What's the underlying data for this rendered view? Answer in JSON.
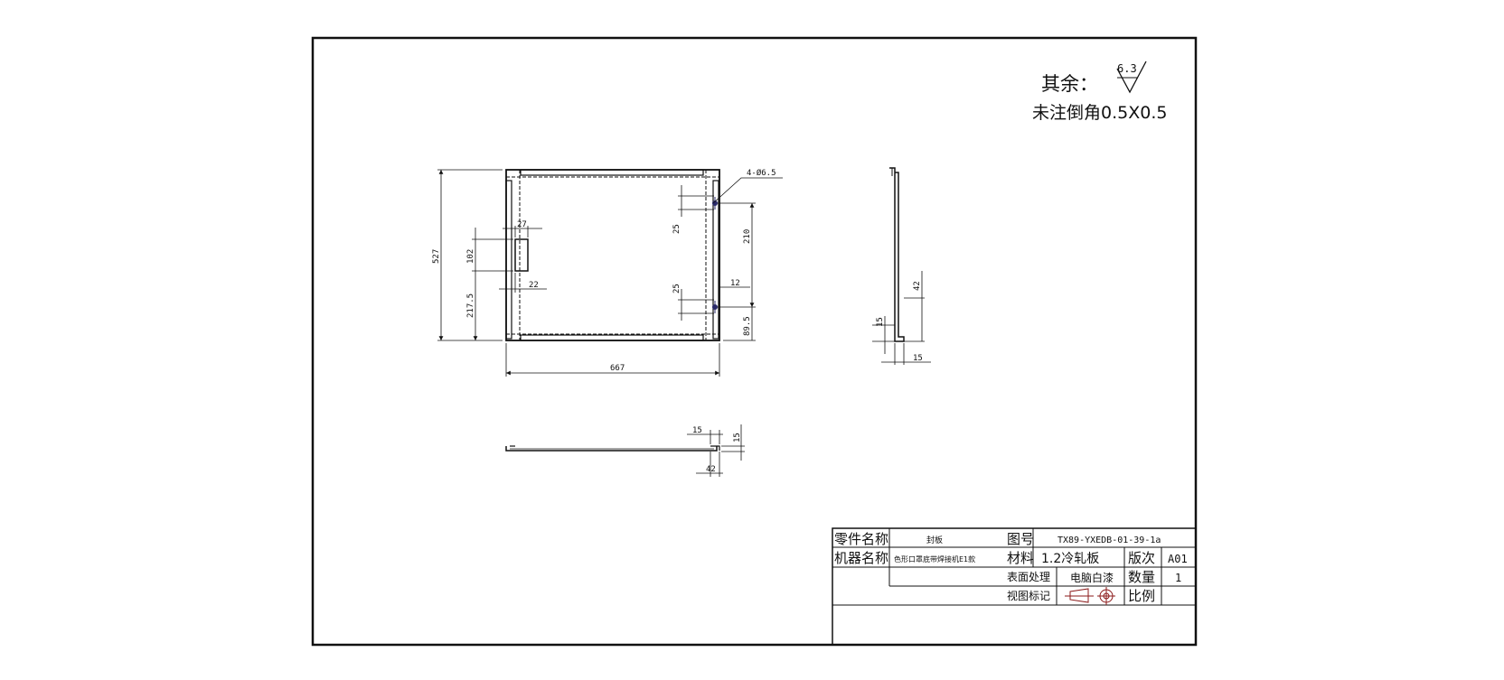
{
  "notes": {
    "remaining_label": "其余：",
    "roughness_value": "6.3",
    "chamfer_note": "未注倒角0.5X0.5"
  },
  "dimensions": {
    "holes": "4-Ø6.5",
    "hole_spacing": "210",
    "hole_offset_top": "25",
    "hole_offset_bottom": "25",
    "hole_edge": "12",
    "bottom_offset": "89.5",
    "overall_height": "527",
    "slot_height": "102",
    "slot_width": "27",
    "slot_edge": "22",
    "slot_bottom": "217.5",
    "overall_width": "667",
    "side_height": "42",
    "side_flange": "15",
    "side_base": "15",
    "bottom_flange_w": "15",
    "bottom_flange_h": "15",
    "bottom_depth": "42"
  },
  "title_block": {
    "part_name_label": "零件名称",
    "part_name_value": "封板",
    "drawing_no_label": "图号",
    "drawing_no_value": "TX89-YXEDB-01-39-1a",
    "machine_name_label": "机器名称",
    "machine_name_value": "色形口罩底带焊接机E1款",
    "material_label": "材料",
    "material_value": "1.2冷轧板",
    "revision_label": "版次",
    "revision_value": "A01",
    "surface_label": "表面处理",
    "surface_value": "电脑白漆",
    "quantity_label": "数量",
    "quantity_value": "1",
    "view_mark_label": "视图标记",
    "scale_label": "比例",
    "scale_value": ""
  }
}
